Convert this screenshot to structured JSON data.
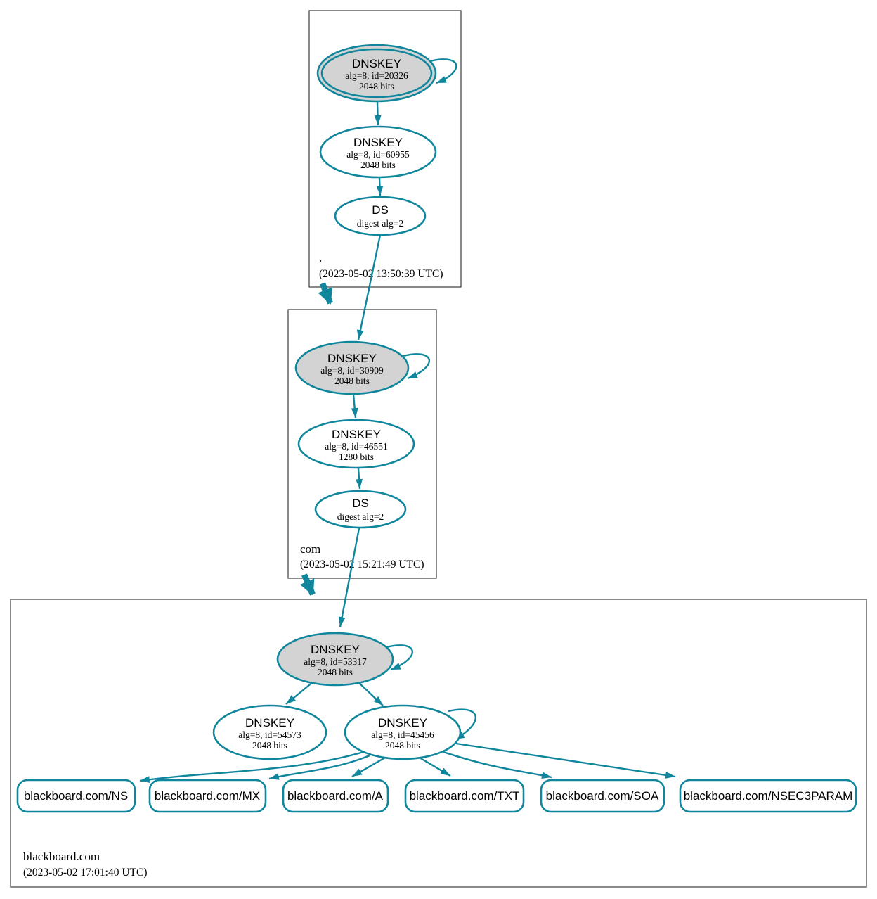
{
  "colors": {
    "edge": "#0f869c",
    "node_fill": "#d3d3d3",
    "box_border": "#4a4a4a"
  },
  "zones": {
    "root": {
      "name": ".",
      "timestamp": "(2023-05-02 13:50:39 UTC)"
    },
    "com": {
      "name": "com",
      "timestamp": "(2023-05-02 15:21:49 UTC)"
    },
    "blackboard": {
      "name": "blackboard.com",
      "timestamp": "(2023-05-02 17:01:40 UTC)"
    }
  },
  "nodes": {
    "root_ksk": {
      "type": "DNSKEY",
      "detail": "alg=8, id=20326",
      "size": "2048 bits"
    },
    "root_zsk": {
      "type": "DNSKEY",
      "detail": "alg=8, id=60955",
      "size": "2048 bits"
    },
    "root_ds": {
      "type": "DS",
      "detail": "digest alg=2"
    },
    "com_ksk": {
      "type": "DNSKEY",
      "detail": "alg=8, id=30909",
      "size": "2048 bits"
    },
    "com_zsk": {
      "type": "DNSKEY",
      "detail": "alg=8, id=46551",
      "size": "1280 bits"
    },
    "com_ds": {
      "type": "DS",
      "detail": "digest alg=2"
    },
    "bb_ksk": {
      "type": "DNSKEY",
      "detail": "alg=8, id=53317",
      "size": "2048 bits"
    },
    "bb_zsk_a": {
      "type": "DNSKEY",
      "detail": "alg=8, id=54573",
      "size": "2048 bits"
    },
    "bb_zsk_b": {
      "type": "DNSKEY",
      "detail": "alg=8, id=45456",
      "size": "2048 bits"
    }
  },
  "rrsets": [
    {
      "label": "blackboard.com/NS"
    },
    {
      "label": "blackboard.com/MX"
    },
    {
      "label": "blackboard.com/A"
    },
    {
      "label": "blackboard.com/TXT"
    },
    {
      "label": "blackboard.com/SOA"
    },
    {
      "label": "blackboard.com/NSEC3PARAM"
    }
  ]
}
